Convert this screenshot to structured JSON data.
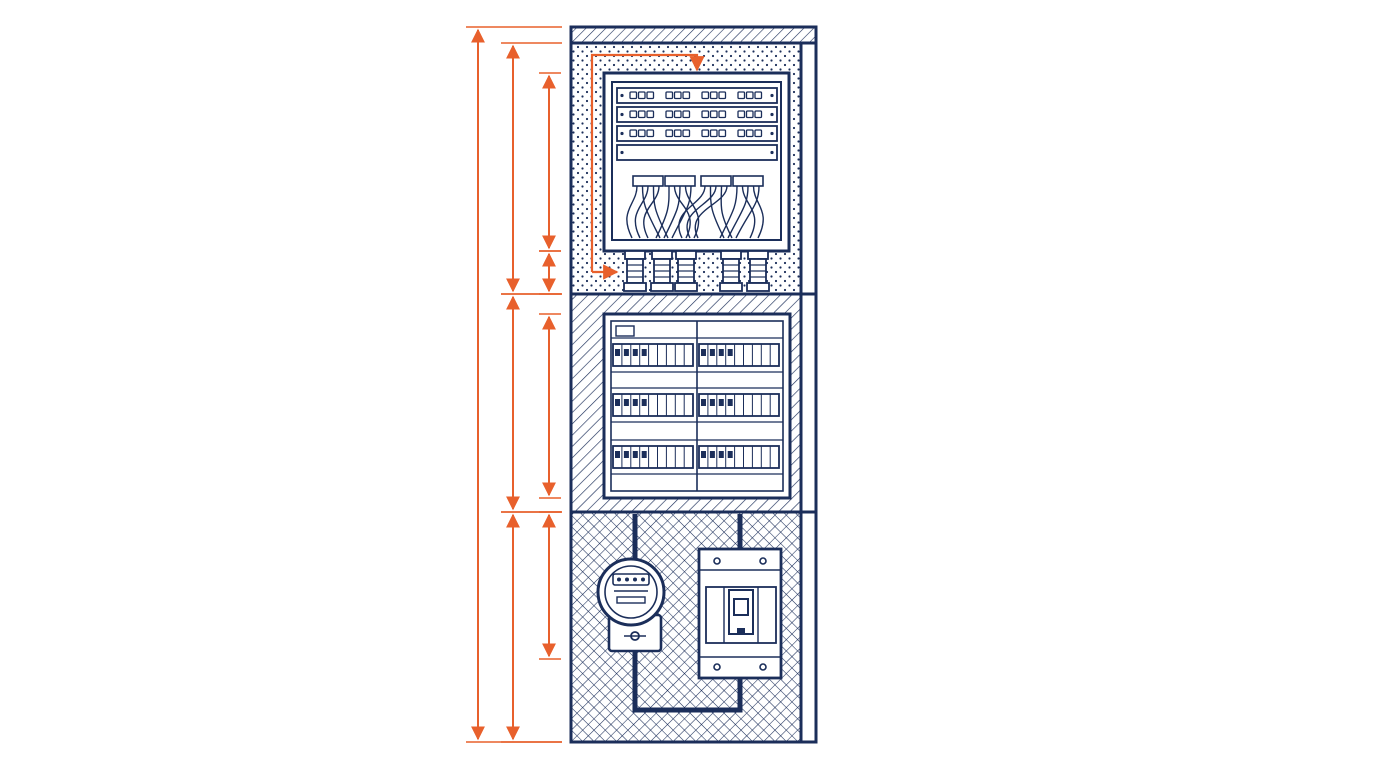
{
  "diagram": {
    "kind": "cabinet-elevation",
    "colors": {
      "line": "#1b2e5a",
      "accent": "#e8602c",
      "background": "#ffffff"
    },
    "sections": [
      {
        "id": "network-patch-panel",
        "fill_pattern": "dots",
        "patch_rows": 4,
        "cable_groups": 4,
        "cable_glands": 5
      },
      {
        "id": "distribution-board",
        "fill_pattern": "diagonal-hatch",
        "breaker_rows": 3,
        "breaker_columns": 2
      },
      {
        "id": "meter-and-main-breaker",
        "fill_pattern": "cross-hatch",
        "devices": [
          "energy-meter-icon",
          "main-breaker-icon"
        ]
      }
    ],
    "dimension_lines": [
      {
        "id": "overall-height",
        "span": "full"
      },
      {
        "id": "upper-section-height",
        "span": "network-patch-panel"
      },
      {
        "id": "patch-panel-height",
        "span": "patch-panel"
      },
      {
        "id": "gland-zone-height",
        "span": "gland-zone"
      },
      {
        "id": "lower-sections-height",
        "span": "distribution-board"
      },
      {
        "id": "distribution-board-height",
        "span": "breaker-enclosure"
      },
      {
        "id": "bottom-section-height",
        "span": "meter-and-main-breaker"
      },
      {
        "id": "meter-zone-height",
        "span": "meter-zone"
      }
    ]
  }
}
